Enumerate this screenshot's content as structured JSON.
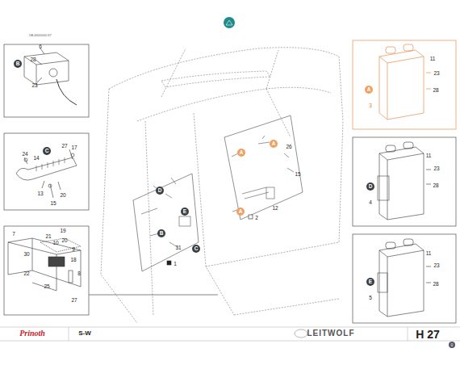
{
  "diagram": {
    "labels": [
      "DB-40001000 3/7",
      "B",
      "28",
      "6",
      "23",
      "C",
      "27",
      "24",
      "14",
      "17",
      "13",
      "20",
      "15",
      "7",
      "19",
      "21",
      "20",
      "10",
      "9",
      "30",
      "18",
      "22",
      "8",
      "25",
      "27",
      "A",
      "A",
      "26",
      "15",
      "A",
      "12",
      "2",
      "D",
      "E",
      "B",
      "C",
      "31",
      "1",
      "A",
      "3",
      "11",
      "23",
      "28",
      "11",
      "23",
      "28",
      "D",
      "4",
      "11",
      "23",
      "28",
      "E",
      "5",
      "Prinoth",
      "S-W",
      "LEITWOLF",
      "H 27",
      "0"
    ]
  }
}
